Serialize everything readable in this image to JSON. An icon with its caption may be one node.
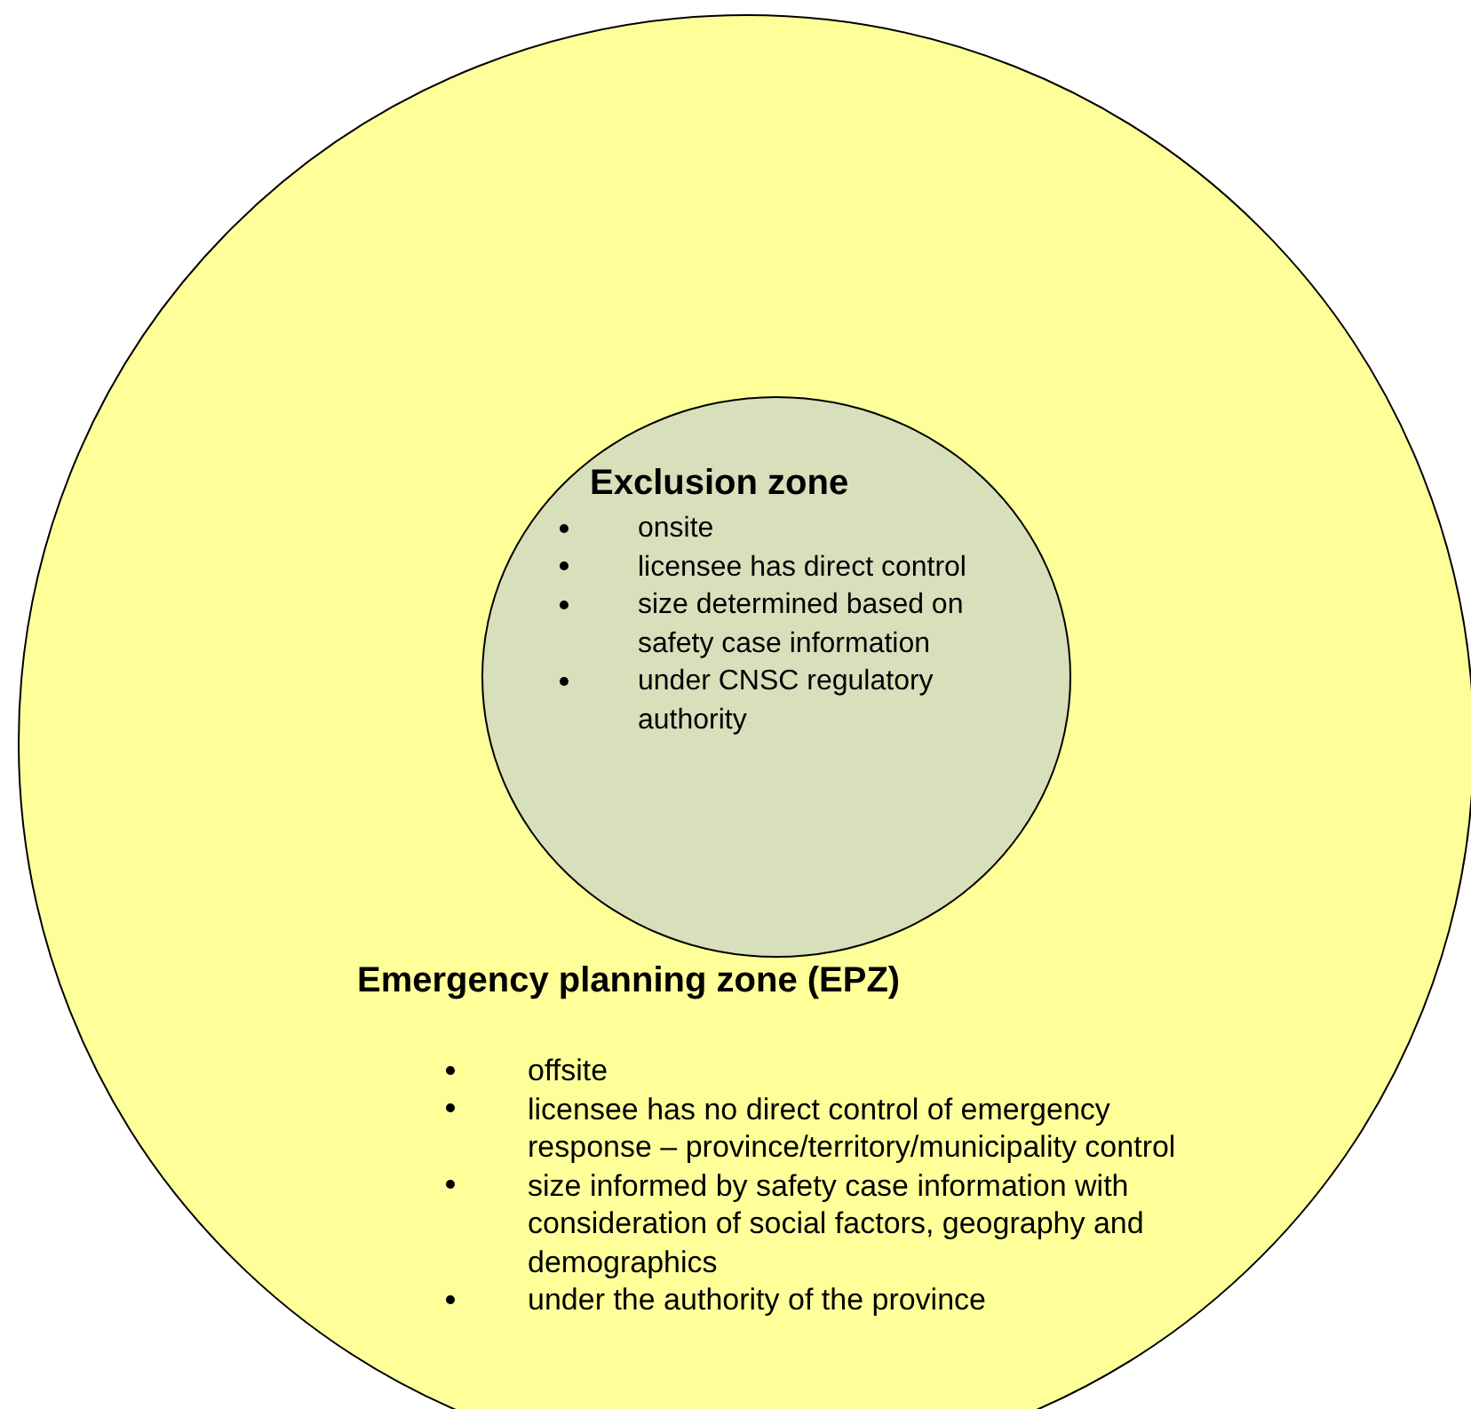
{
  "diagram": {
    "nodes": [
      {
        "text": [
          "Emergency planning zone (EPZ)",
          "offsite",
          "licensee has no direct control of emergency response – province/territory/municipality control",
          "size informed by safety case information with consideration of social factors, geography and demographics",
          "under the authority of the province"
        ]
      },
      {
        "text": [
          "Exclusion zone",
          "onsite",
          "licensee has direct control",
          "size determined based on safety case information",
          "under CNSC regulatory authority"
        ],
        "in": 0
      }
    ]
  }
}
